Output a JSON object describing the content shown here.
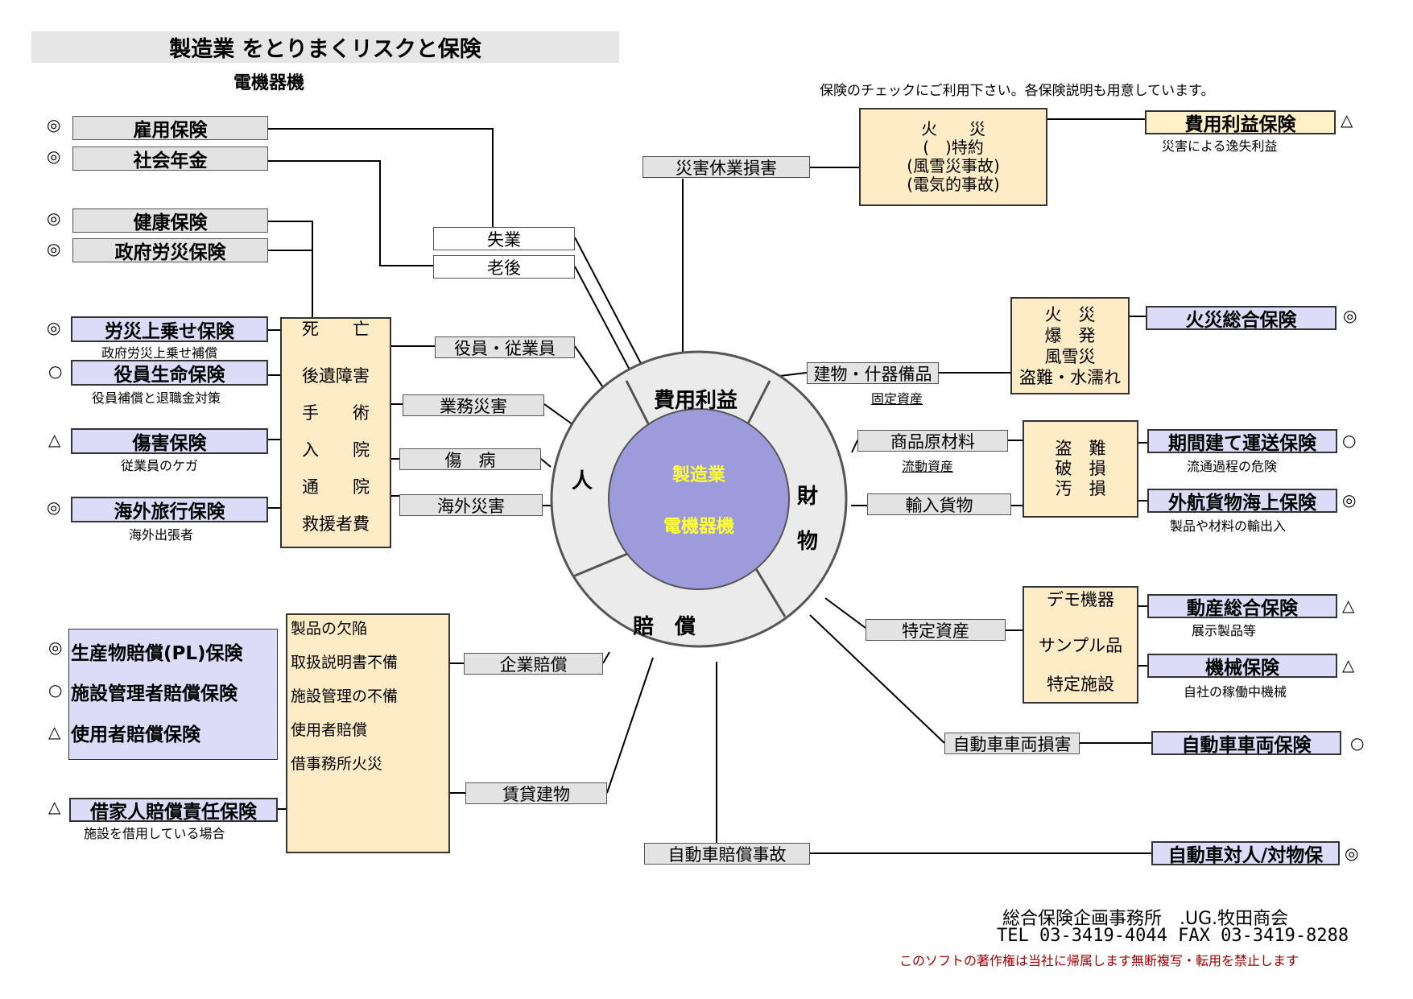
{
  "title": "製造業 をとりまくリスクと保険",
  "industry": "電機器機",
  "instruction": "保険のチェックにご利用下さい。各保険説明も用意しています。",
  "hub": {
    "core_line1": "製造業",
    "core_line2": "電機器機",
    "segment_top": "費用利益",
    "segment_left": "人",
    "segment_right_1": "財",
    "segment_right_2": "物",
    "segment_bottom": "賠　償"
  },
  "people": {
    "koyou": {
      "label": "雇用保険",
      "mark": "◎"
    },
    "nenkin": {
      "label": "社会年金",
      "mark": "◎"
    },
    "kenkou": {
      "label": "健康保険",
      "mark": "◎"
    },
    "rousai": {
      "label": "政府労災保険",
      "mark": "◎"
    },
    "rousai_uwanose": {
      "label": "労災上乗せ保険",
      "mark": "◎",
      "note": "政府労災上乗せ補償"
    },
    "yakuin": {
      "label": "役員生命保険",
      "mark": "○",
      "note": "役員補償と退職金対策"
    },
    "shougai": {
      "label": "傷害保険",
      "mark": "△",
      "note": "従業員のケガ"
    },
    "kaigai": {
      "label": "海外旅行保険",
      "mark": "◎",
      "note": "海外出張者"
    },
    "risk_shitsugyou": "失業",
    "risk_rougo": "老後",
    "risk_yakuin_jugyouin": "役員・従業員",
    "risk_gyoumu": "業務災害",
    "risk_shoubyou": "傷　病",
    "risk_kaigaisaigai": "海外災害",
    "causes": [
      "死　　亡",
      "後遺障害",
      "手　　術",
      "入　　院",
      "通　　院",
      "救援者費"
    ]
  },
  "liability": {
    "pl_items": [
      {
        "mark": "◎",
        "label": "生産物賠償(PL)保険"
      },
      {
        "mark": "○",
        "label": "施設管理者賠償保険"
      },
      {
        "mark": "△",
        "label": "使用者賠償保険"
      }
    ],
    "shakuya": {
      "label": "借家人賠償責任保険",
      "mark": "△",
      "note": "施設を借用している場合"
    },
    "causes": [
      "製品の欠陥",
      "取扱説明書不備",
      "施設管理の不備",
      "使用者賠償",
      "借事務所火災"
    ],
    "risk_kigyou": "企業賠償",
    "risk_chintai": "賃貸建物"
  },
  "expense": {
    "risk": "災害休業損害",
    "causes": [
      "火　　災",
      "(　)特約",
      "(風雪災事故)",
      "(電気的事故)"
    ],
    "insurance": {
      "label": "費用利益保険",
      "mark": "△",
      "note": "災害による逸失利益"
    }
  },
  "property": {
    "building": {
      "risk": "建物・什器備品",
      "sub": "固定資産"
    },
    "fire_causes": [
      "火　災",
      "爆　発",
      "風雪災",
      "盗難・水濡れ"
    ],
    "fire_insurance": {
      "label": "火災総合保険",
      "mark": "◎"
    },
    "materials": {
      "risk": "商品原材料",
      "sub": "流動資産"
    },
    "imports": {
      "risk": "輸入貨物"
    },
    "theft_causes": [
      "盗　難",
      "破　損",
      "汚　損"
    ],
    "transport": {
      "label": "期間建て運送保険",
      "mark": "○",
      "note": "流通過程の危険"
    },
    "marine": {
      "label": "外航貨物海上保険",
      "mark": "◎",
      "note": "製品や材料の輸出入"
    },
    "special": {
      "risk": "特定資産"
    },
    "special_causes": [
      "デモ機器",
      "サンプル品",
      "特定施設"
    ],
    "movables": {
      "label": "動産総合保険",
      "mark": "△",
      "note": "展示製品等"
    },
    "machinery": {
      "label": "機械保険",
      "mark": "△",
      "note": "自社の稼働中機械"
    },
    "vehicle_damage": {
      "risk": "自動車車両損害",
      "label": "自動車車両保険",
      "mark": "○"
    },
    "vehicle_liability": {
      "risk": "自動車賠償事故",
      "label": "自動車対人/対物保",
      "mark": "◎"
    }
  },
  "footer": {
    "company": "総合保険企画事務所　.UG.牧田商会",
    "contact": "TEL 03-3419-4044 FAX 03-3419-8288",
    "copyright": "このソフトの著作権は当社に帰属します無断複写・転用を禁止します"
  },
  "colors": {
    "hub_ring": "#ebebeb",
    "hub_core": "#9c9cdc",
    "core_text": "#ffff33",
    "insurance_box": "#dcdcf8",
    "cause_box": "#fdecc6",
    "risk_box": "#e3e3e3",
    "copyright_text": "#a00000"
  }
}
